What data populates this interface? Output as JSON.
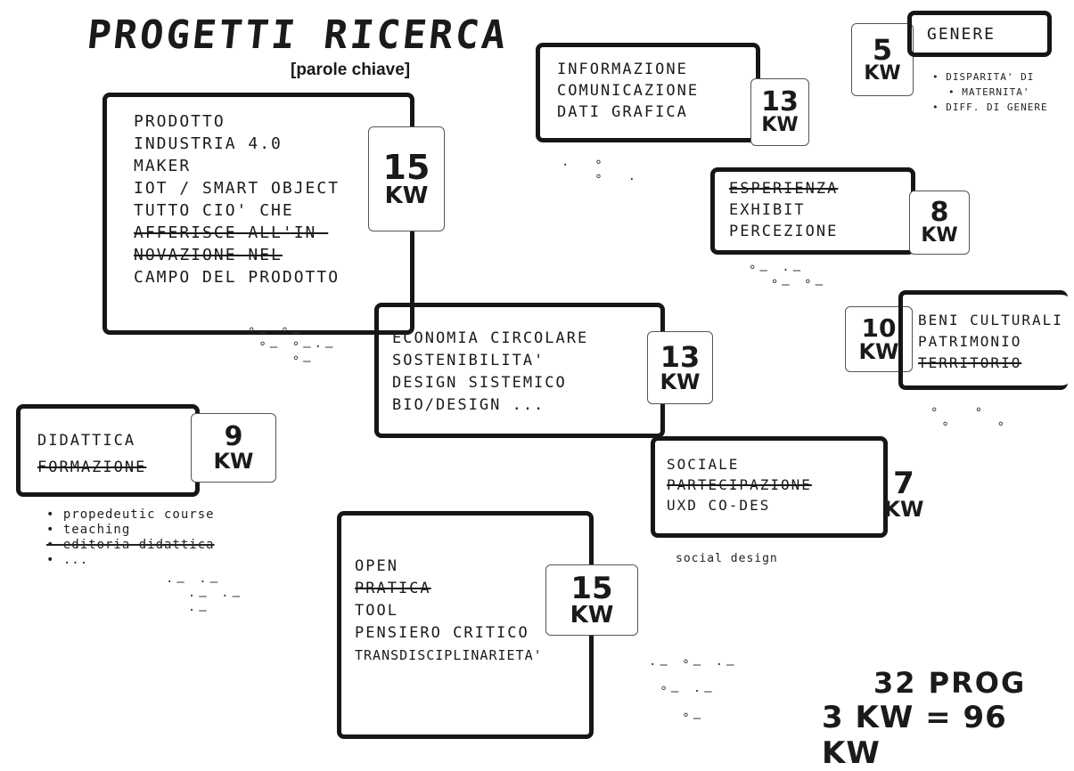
{
  "title": "PROGETTI RICERCA",
  "subtitle": "[parole chiave]",
  "boxes": {
    "prodotto": {
      "lines": [
        "PRODOTTO",
        "INDUSTRIA 4.0",
        "MAKER",
        "IOT / SMART OBJECT",
        "TUTTO CIO' CHE",
        "AFFERISCE ALL'IN-",
        "NOVAZIONE NEL",
        "CAMPO DEL PRODOTTO"
      ],
      "kw_number": "15",
      "kw_unit": "KW"
    },
    "informazione": {
      "lines": [
        "INFORMAZIONE",
        "COMUNICAZIONE",
        "DATI GRAFICA"
      ],
      "kw_number": "13",
      "kw_unit": "KW"
    },
    "genere": {
      "label": "GENERE",
      "kw_number": "5",
      "kw_unit": "KW",
      "notes": [
        "• DISPARITA' DI",
        "• MATERNITA'",
        "• DIFF. DI GENERE"
      ]
    },
    "esperienza": {
      "lines": [
        "ESPERIENZA",
        "EXHIBIT",
        "PERCEZIONE"
      ],
      "kw_number": "8",
      "kw_unit": "KW"
    },
    "economia": {
      "lines": [
        "ECONOMIA CIRCOLARE",
        "SOSTENIBILITA'",
        "DESIGN SISTEMICO",
        "BIO/DESIGN ..."
      ],
      "kw_number": "13",
      "kw_unit": "KW"
    },
    "beni": {
      "lines": [
        "BENI CULTURALI",
        "PATRIMONIO",
        "TERRITORIO"
      ],
      "kw_number": "10",
      "kw_unit": "KW"
    },
    "didattica": {
      "lines": [
        "DIDATTICA",
        "FORMAZIONE"
      ],
      "kw_number": "9",
      "kw_unit": "KW",
      "notes": [
        "• propedeutic course",
        "• teaching",
        "• editoria didattica",
        "• ..."
      ]
    },
    "sociale": {
      "lines": [
        "SOCIALE",
        "PARTECIPAZIONE",
        "UXD CO-DES"
      ],
      "kw_number": "7",
      "kw_unit": "KW",
      "notes": [
        "social design"
      ]
    },
    "open": {
      "lines": [
        "OPEN",
        "PRATICA",
        "TOOL",
        "PENSIERO CRITICO",
        "TRANSDISCIPLINARIETA'"
      ],
      "kw_number": "15",
      "kw_unit": "KW"
    }
  },
  "total": {
    "line1": "32 PROG",
    "line2": "3 KW = 96 KW"
  }
}
